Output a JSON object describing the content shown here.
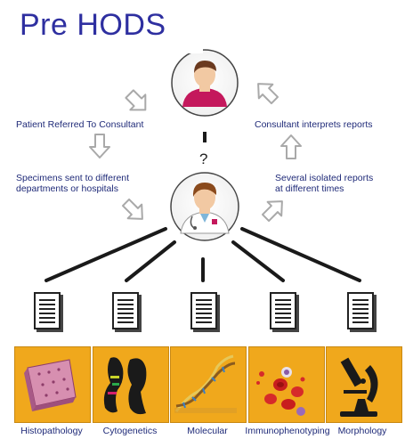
{
  "title": "Pre HODS",
  "labels": {
    "referred": "Patient Referred To Consultant",
    "specimens_line1": "Specimens sent to different",
    "specimens_line2": "departments or hospitals",
    "reports_line1": "Several isolated reports",
    "reports_line2": "at different times",
    "interprets": "Consultant interprets reports",
    "question": "?"
  },
  "departments": [
    {
      "name": "Histopathology",
      "icon": "tissue-sample-icon"
    },
    {
      "name": "Cytogenetics",
      "icon": "chromosome-icon"
    },
    {
      "name": "Molecular",
      "icon": "dna-helix-icon"
    },
    {
      "name": "Immunophenotyping",
      "icon": "blood-cells-icon"
    },
    {
      "name": "Morphology",
      "icon": "microscope-icon"
    }
  ],
  "colors": {
    "title": "#2e2fa0",
    "text": "#1f2a78",
    "tile": "#f0a81c",
    "patient_shirt": "#c4185c",
    "arrow": "#bbbbbb"
  }
}
